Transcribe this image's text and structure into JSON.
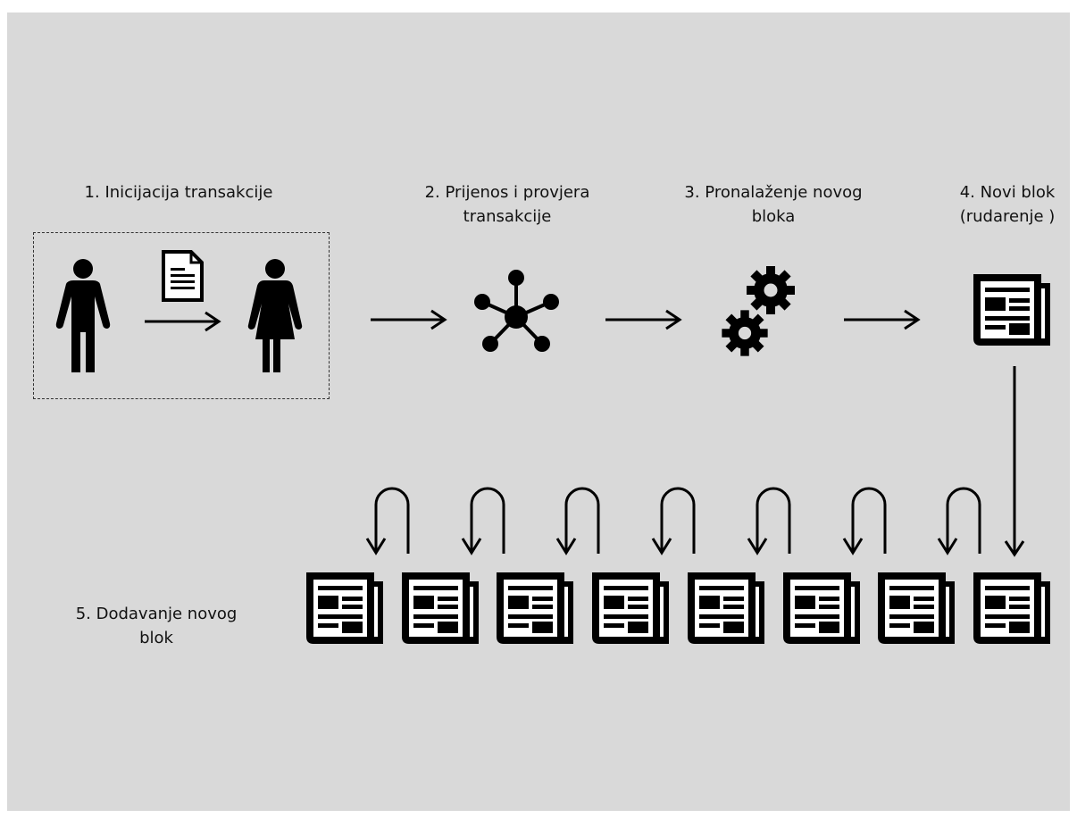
{
  "steps": {
    "step1": "1. Inicijacija transakcije",
    "step2": "2. Prijenos i provjera\ntransakcije",
    "step3": "3. Pronalaženje novog\nbloka",
    "step4": "4. Novi blok\n(rudarenje )",
    "step5": "5. Dodavanje novog\nblok"
  },
  "chain": {
    "block_count": 8
  },
  "icons": [
    "man-icon",
    "document-icon",
    "woman-icon",
    "network-icon",
    "gears-icon",
    "newspaper-block-icon"
  ],
  "colors": {
    "background": "#d9d9d9",
    "ink": "#000000"
  }
}
